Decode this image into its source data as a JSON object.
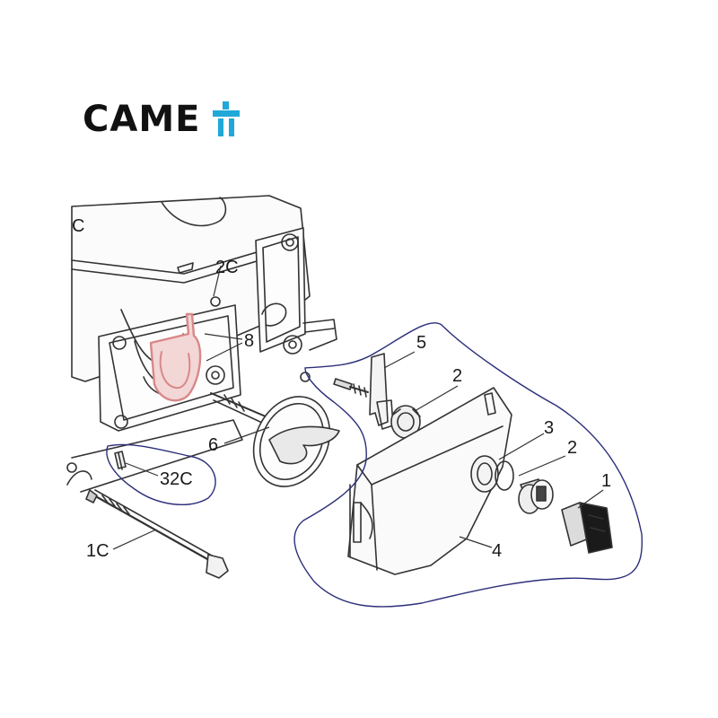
{
  "brand": {
    "name": "CAME",
    "text_color": "#111111",
    "mark_color": "#1fa8d8",
    "mark_icon": "came-t-logo-icon"
  },
  "colors": {
    "line": "#333333",
    "outline_highlight": "#2c2f7a",
    "part_highlight": "#d88888"
  },
  "callouts": [
    {
      "id": "c-top",
      "label": "C"
    },
    {
      "id": "2c",
      "label": "2C"
    },
    {
      "id": "8",
      "label": "8"
    },
    {
      "id": "5",
      "label": "5"
    },
    {
      "id": "2a",
      "label": "2"
    },
    {
      "id": "3",
      "label": "3"
    },
    {
      "id": "2b",
      "label": "2"
    },
    {
      "id": "1",
      "label": "1"
    },
    {
      "id": "6",
      "label": "6"
    },
    {
      "id": "32c",
      "label": "32C"
    },
    {
      "id": "4",
      "label": "4"
    },
    {
      "id": "1c",
      "label": "1C"
    }
  ]
}
